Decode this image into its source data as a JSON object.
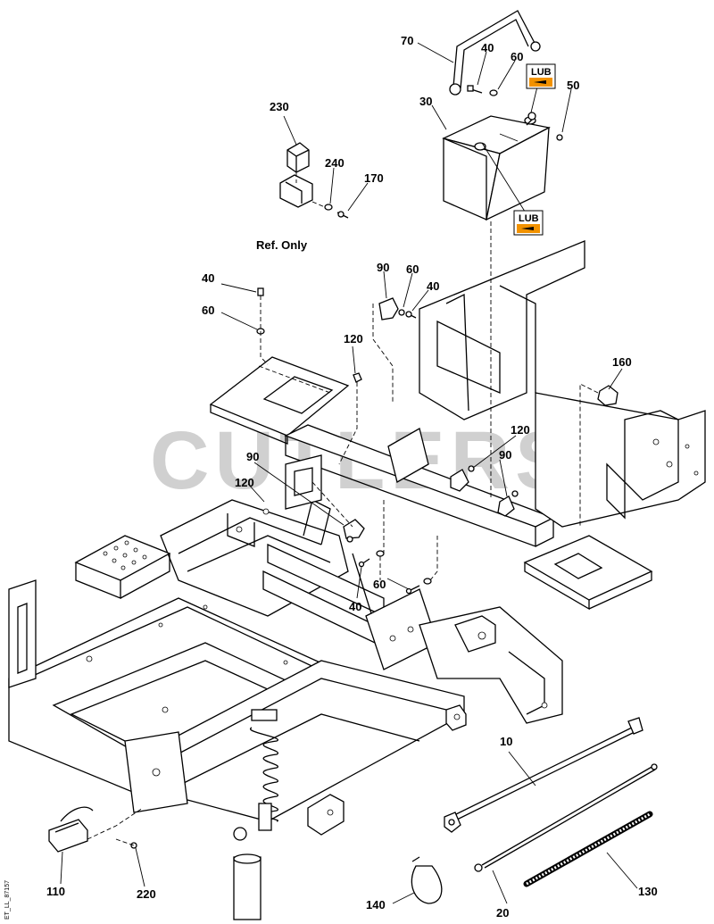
{
  "watermark": "CUTLERS",
  "drawing_code": "ET_LL_87157",
  "ref_only_label": "Ref. Only",
  "lub_label": "LUB",
  "accent_orange": "#f29200",
  "callouts": {
    "c10": "10",
    "c20": "20",
    "c30": "30",
    "c40a": "40",
    "c40b": "40",
    "c40c": "40",
    "c40d": "40",
    "c50": "50",
    "c60a": "60",
    "c60b": "60",
    "c60c": "60",
    "c60d": "60",
    "c70": "70",
    "c90a": "90",
    "c90b": "90",
    "c90c": "90",
    "c110": "110",
    "c120a": "120",
    "c120b": "120",
    "c120c": "120",
    "c130": "130",
    "c140": "140",
    "c160": "160",
    "c170": "170",
    "c220": "220",
    "c230": "230",
    "c240": "240"
  }
}
